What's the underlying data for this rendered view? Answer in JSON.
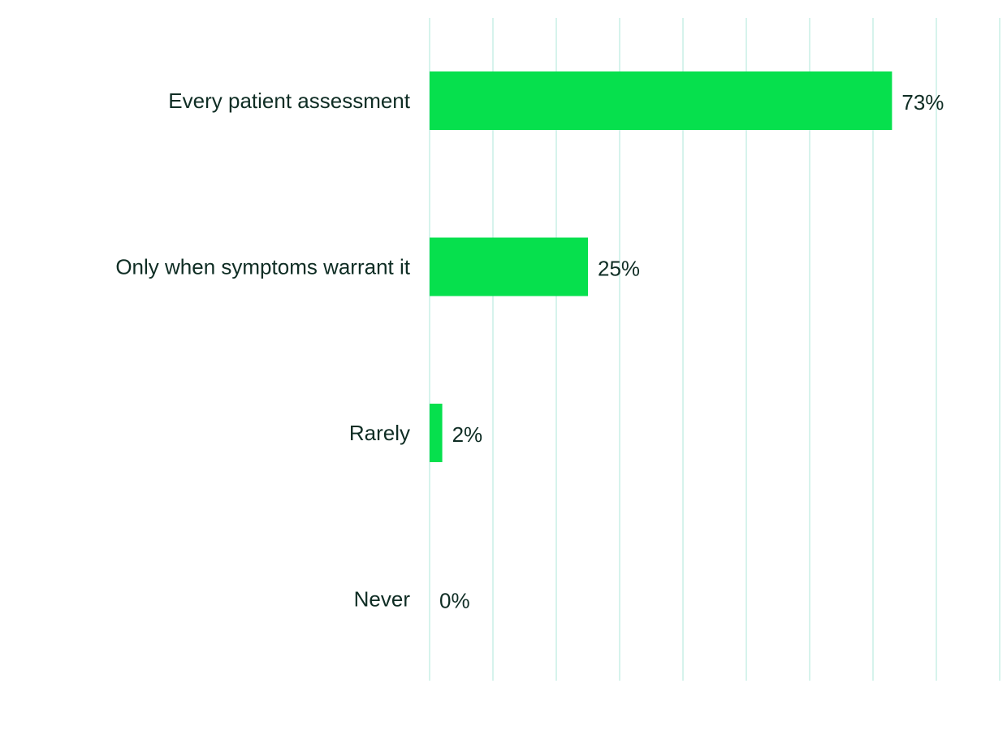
{
  "chart_data": {
    "type": "bar",
    "orientation": "horizontal",
    "title": "",
    "xlabel": "",
    "ylabel": "",
    "categories": [
      "Every patient assessment",
      "Only when symptoms warrant it",
      "Rarely",
      "Never"
    ],
    "values": [
      73,
      25,
      2,
      0
    ],
    "value_labels": [
      "73%",
      "25%",
      "2%",
      "0%"
    ],
    "xlim": [
      0,
      90
    ],
    "grid_step": 10,
    "grid": true,
    "legend": "none",
    "colors": {
      "bar": "#06e04d",
      "grid": "#c9efe6",
      "text": "#0f2d24"
    }
  }
}
